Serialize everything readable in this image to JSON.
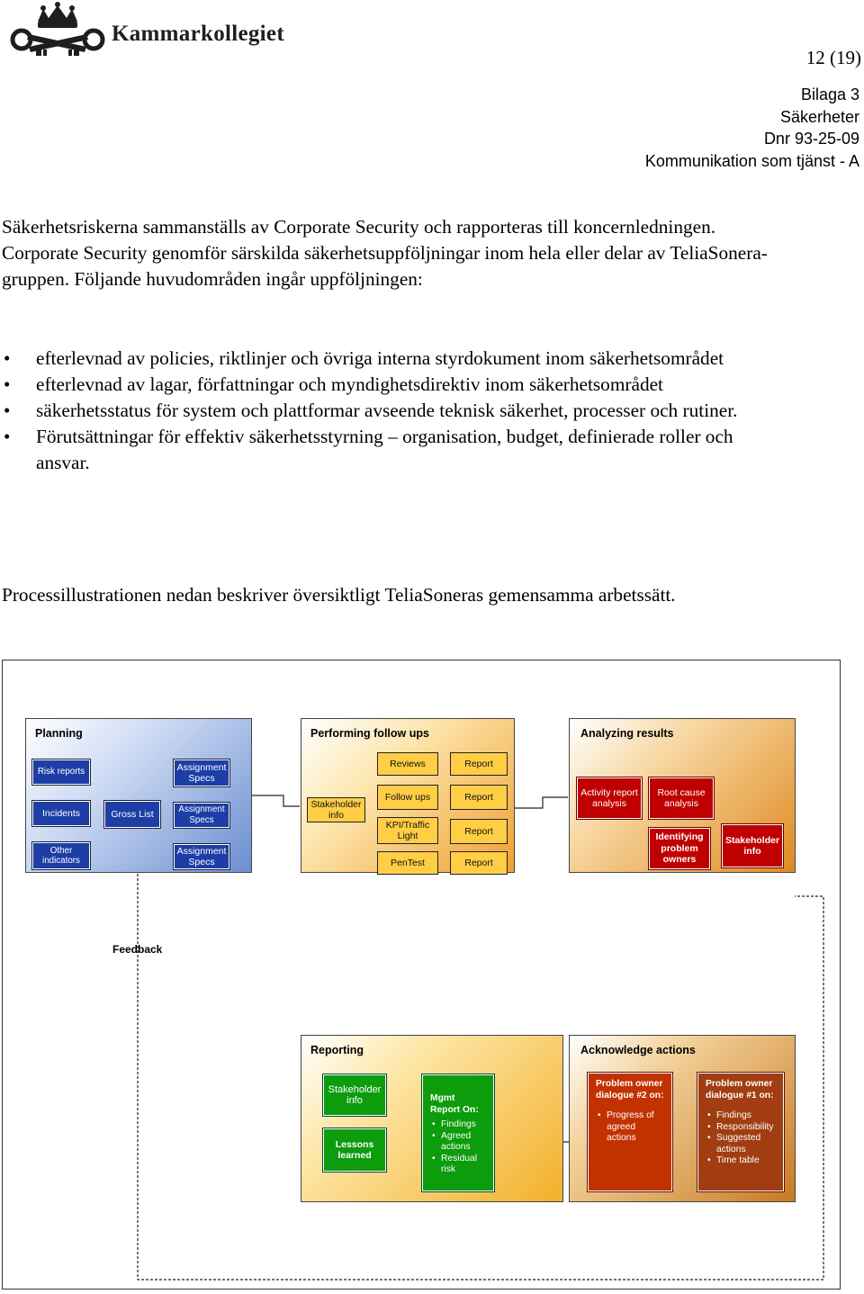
{
  "header": {
    "org_name": "Kammarkollegiet",
    "page_number": "12 (19)",
    "meta": [
      "Bilaga 3",
      "Säkerheter",
      "Dnr 93-25-09",
      "Kommunikation som tjänst - A"
    ]
  },
  "body": {
    "intro": "Säkerhetsriskerna sammanställs av Corporate Security och rapporteras till koncernledningen. Corporate Security genomför särskilda säkerhetsuppföljningar inom hela eller delar av TeliaSonera-gruppen. Följande huvudområden ingår uppföljningen:",
    "bullets": [
      "efterlevnad av policies, riktlinjer och övriga interna styrdokument inom säkerhetsområdet",
      "efterlevnad av lagar, författningar och myndighetsdirektiv inom säkerhetsområdet",
      "säkerhetsstatus för system och plattformar avseende teknisk säkerhet, processer och rutiner.",
      "Förutsättningar för effektiv säkerhetsstyrning – organisation, budget, definierade roller och ansvar."
    ],
    "closing": "Processillustrationen nedan beskriver översiktligt TeliaSoneras gemensamma arbetssätt."
  },
  "diagram": {
    "planning": {
      "title": "Planning",
      "risk_reports": "Risk reports",
      "incidents": "Incidents",
      "other_indicators": "Other indicators",
      "gross_list": "Gross List",
      "assignment_specs": [
        "Assignment Specs",
        "Assignment Specs",
        "Assignment Specs"
      ]
    },
    "performing": {
      "title": "Performing follow ups",
      "stakeholder_info": "Stakeholder info",
      "items": [
        "Reviews",
        "Follow ups",
        "KPI/Traffic Light",
        "PenTest"
      ],
      "reports": [
        "Report",
        "Report",
        "Report",
        "Report"
      ]
    },
    "analyzing": {
      "title": "Analyzing results",
      "activity_report": "Activity report analysis",
      "root_cause": "Root cause analysis",
      "identifying": "Identifying problem owners",
      "stakeholder_info": "Stakeholder info"
    },
    "feedback": "Feedback",
    "reporting": {
      "title": "Reporting",
      "stakeholder_info": "Stakeholder info",
      "lessons_learned": "Lessons learned",
      "mgmt_title": "Mgmt Report On:",
      "mgmt_items": [
        "Findings",
        "Agreed actions",
        "Residual risk"
      ]
    },
    "acknowledge": {
      "title": "Acknowledge actions",
      "po2_title": "Problem owner dialogue #2 on:",
      "po2_items": [
        "Progress of agreed actions"
      ],
      "po1_title": "Problem owner dialogue #1 on:",
      "po1_items": [
        "Findings",
        "Responsibility",
        "Suggested actions",
        "Time table"
      ]
    }
  },
  "colors": {
    "planning_bg": "#6b8fd0",
    "performing_bg": "#f0a030",
    "analyzing_bg": "#e89a30",
    "reporting_bg": "#f2b83a",
    "acknowledge_bg": "#d08a2a",
    "blue_box": "#1c3ea6",
    "red_box": "#c00000",
    "green_box": "#0c9c0c"
  }
}
